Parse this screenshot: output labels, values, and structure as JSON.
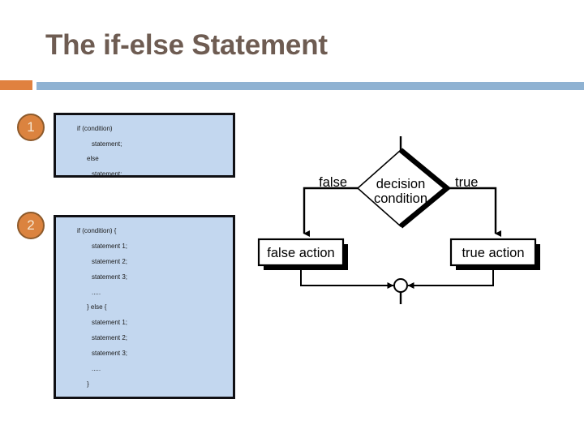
{
  "slide": {
    "title": "The if-else Statement",
    "title_color": "#6e5c52",
    "accent_orange": "#e0813f",
    "accent_blue": "#8fb2d2",
    "background": "#ffffff"
  },
  "bullets": [
    {
      "number": "1"
    },
    {
      "number": "2"
    }
  ],
  "code_boxes": [
    {
      "id": "syntax-simple",
      "fill": "#c3d7ef",
      "border": "#101014",
      "lines": [
        {
          "text": "if (condition)",
          "indent": 0
        },
        {
          "text": "statement;",
          "indent": 1
        },
        {
          "text": "else",
          "indent": 2
        },
        {
          "text": "statement;",
          "indent": 1
        }
      ]
    },
    {
      "id": "syntax-block",
      "fill": "#c3d7ef",
      "border": "#101014",
      "lines": [
        {
          "text": "if (condition) {",
          "indent": 0
        },
        {
          "text": "statement 1;",
          "indent": 1
        },
        {
          "text": "statement 2;",
          "indent": 1
        },
        {
          "text": "statement 3;",
          "indent": 1
        },
        {
          "text": ".....",
          "indent": 1
        },
        {
          "text": "} else {",
          "indent": 2
        },
        {
          "text": "statement 1;",
          "indent": 1
        },
        {
          "text": "statement 2;",
          "indent": 1
        },
        {
          "text": "statement 3;",
          "indent": 1
        },
        {
          "text": ".....",
          "indent": 1
        },
        {
          "text": "}",
          "indent": 2
        }
      ]
    }
  ],
  "flowchart": {
    "decision_line_1": "decision",
    "decision_line_2": "condition",
    "label_false": "false",
    "label_true": "true",
    "box_false": "false action",
    "box_true": "true action",
    "stroke": "#000000",
    "fill": "#ffffff"
  }
}
